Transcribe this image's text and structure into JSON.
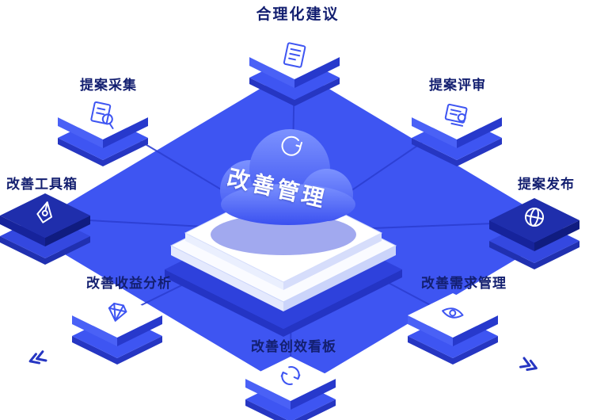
{
  "scene": {
    "center_label": "改善管理",
    "nodes": [
      {
        "label": "合理化建议",
        "icon": "document-icon"
      },
      {
        "label": "提案采集",
        "icon": "magnifier-document-icon"
      },
      {
        "label": "提案评审",
        "icon": "stamp-document-icon"
      },
      {
        "label": "改善工具箱",
        "icon": "drafting-tool-icon"
      },
      {
        "label": "提案发布",
        "icon": "globe-icon"
      },
      {
        "label": "改善收益分析",
        "icon": "gem-icon"
      },
      {
        "label": "改善需求管理",
        "icon": "eye-icon"
      },
      {
        "label": "改善创效看板",
        "icon": "sync-arrows-icon"
      }
    ],
    "colors": {
      "primary_blue": "#3E55F2",
      "side_blue_light": "#4A61F6",
      "side_blue_dark": "#2739CC",
      "deep_blue": "#2636C2",
      "navy_tile": "#1F2EAC",
      "navy_text": "#131F70",
      "cloud_top": "#7C92FF",
      "cloud_bottom": "#3A50F0",
      "white": "#FFFFFF"
    }
  }
}
